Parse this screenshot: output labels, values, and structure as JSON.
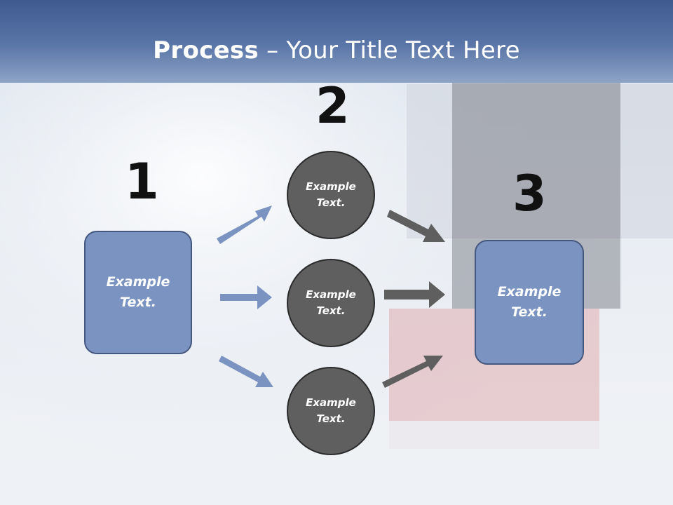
{
  "title": {
    "bold": "Process",
    "rest": " – Your Title Text Here"
  },
  "steps": {
    "one": "1",
    "two": "2",
    "three": "3"
  },
  "nodes": {
    "left_box": "Example\nText.",
    "circle_top": "Example\nText.",
    "circle_middle": "Example\nText.",
    "circle_bottom": "Example\nText.",
    "right_box": "Example\nText."
  },
  "colors": {
    "title_band": "#4a669b",
    "box_fill": "#7b93c0",
    "circle_fill": "#5f5f5f",
    "blue_arrow": "#7b93c0",
    "gray_arrow": "#5f5f5f"
  }
}
